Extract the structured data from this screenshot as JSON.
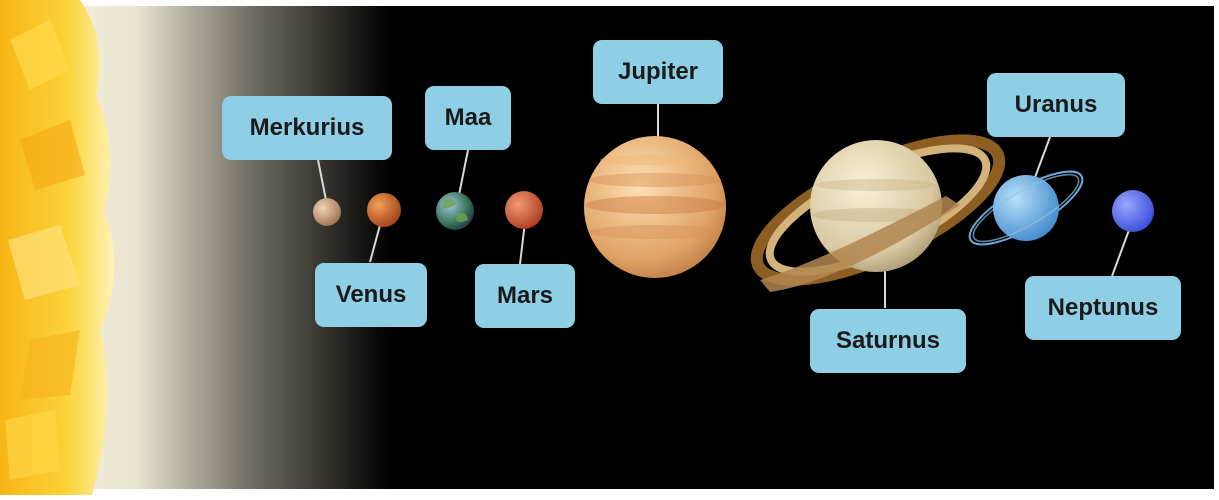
{
  "title": "",
  "planets": [
    {
      "id": "merkurius",
      "label": "Merkurius"
    },
    {
      "id": "venus",
      "label": "Venus"
    },
    {
      "id": "maa",
      "label": "Maa"
    },
    {
      "id": "mars",
      "label": "Mars"
    },
    {
      "id": "jupiter",
      "label": "Jupiter"
    },
    {
      "id": "saturnus",
      "label": "Saturnus"
    },
    {
      "id": "uranus",
      "label": "Uranus"
    },
    {
      "id": "neptunus",
      "label": "Neptunus"
    }
  ],
  "colors": {
    "background": "#000000",
    "label_fill": "#8fcfe6",
    "connector": "#d8d8d8",
    "sun": "#f6c31a"
  }
}
